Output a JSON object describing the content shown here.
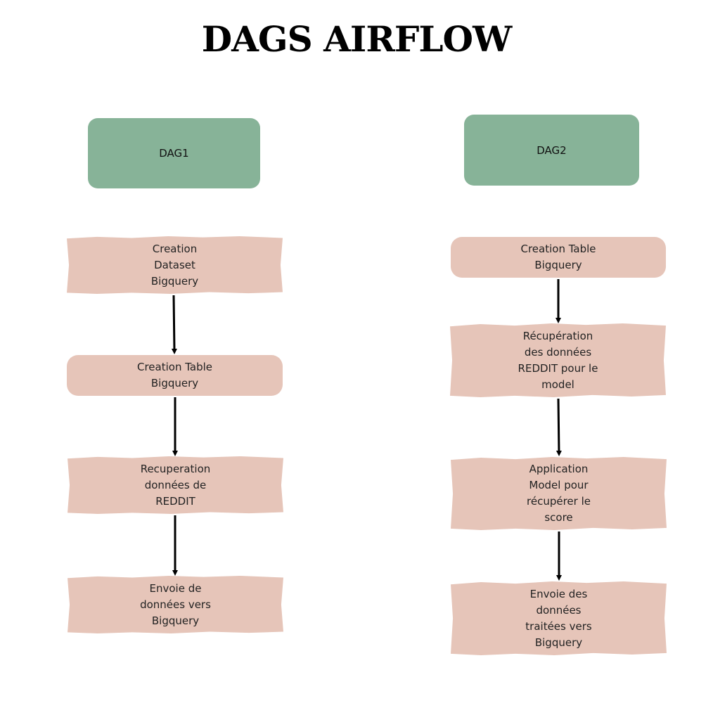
{
  "title": "DAGS AIRFLOW",
  "colors": {
    "dag_header": "#87b398",
    "task": "#e6c5b9",
    "arrow": "#000000"
  },
  "dags": [
    {
      "name": "DAG1",
      "tasks": [
        "Creation\nDataset\nBigquery",
        "Creation Table\nBigquery",
        "Recuperation\ndonnées de\nREDDIT",
        "Envoie de\ndonnées vers\nBigquery"
      ]
    },
    {
      "name": "DAG2",
      "tasks": [
        "Creation Table\nBigquery",
        "Récupération\ndes données\nREDDIT pour le\nmodel",
        "Application\nModel pour\nrécupérer le\nscore",
        "Envoie des\ndonnées\ntraitées vers\nBigquery"
      ]
    }
  ]
}
